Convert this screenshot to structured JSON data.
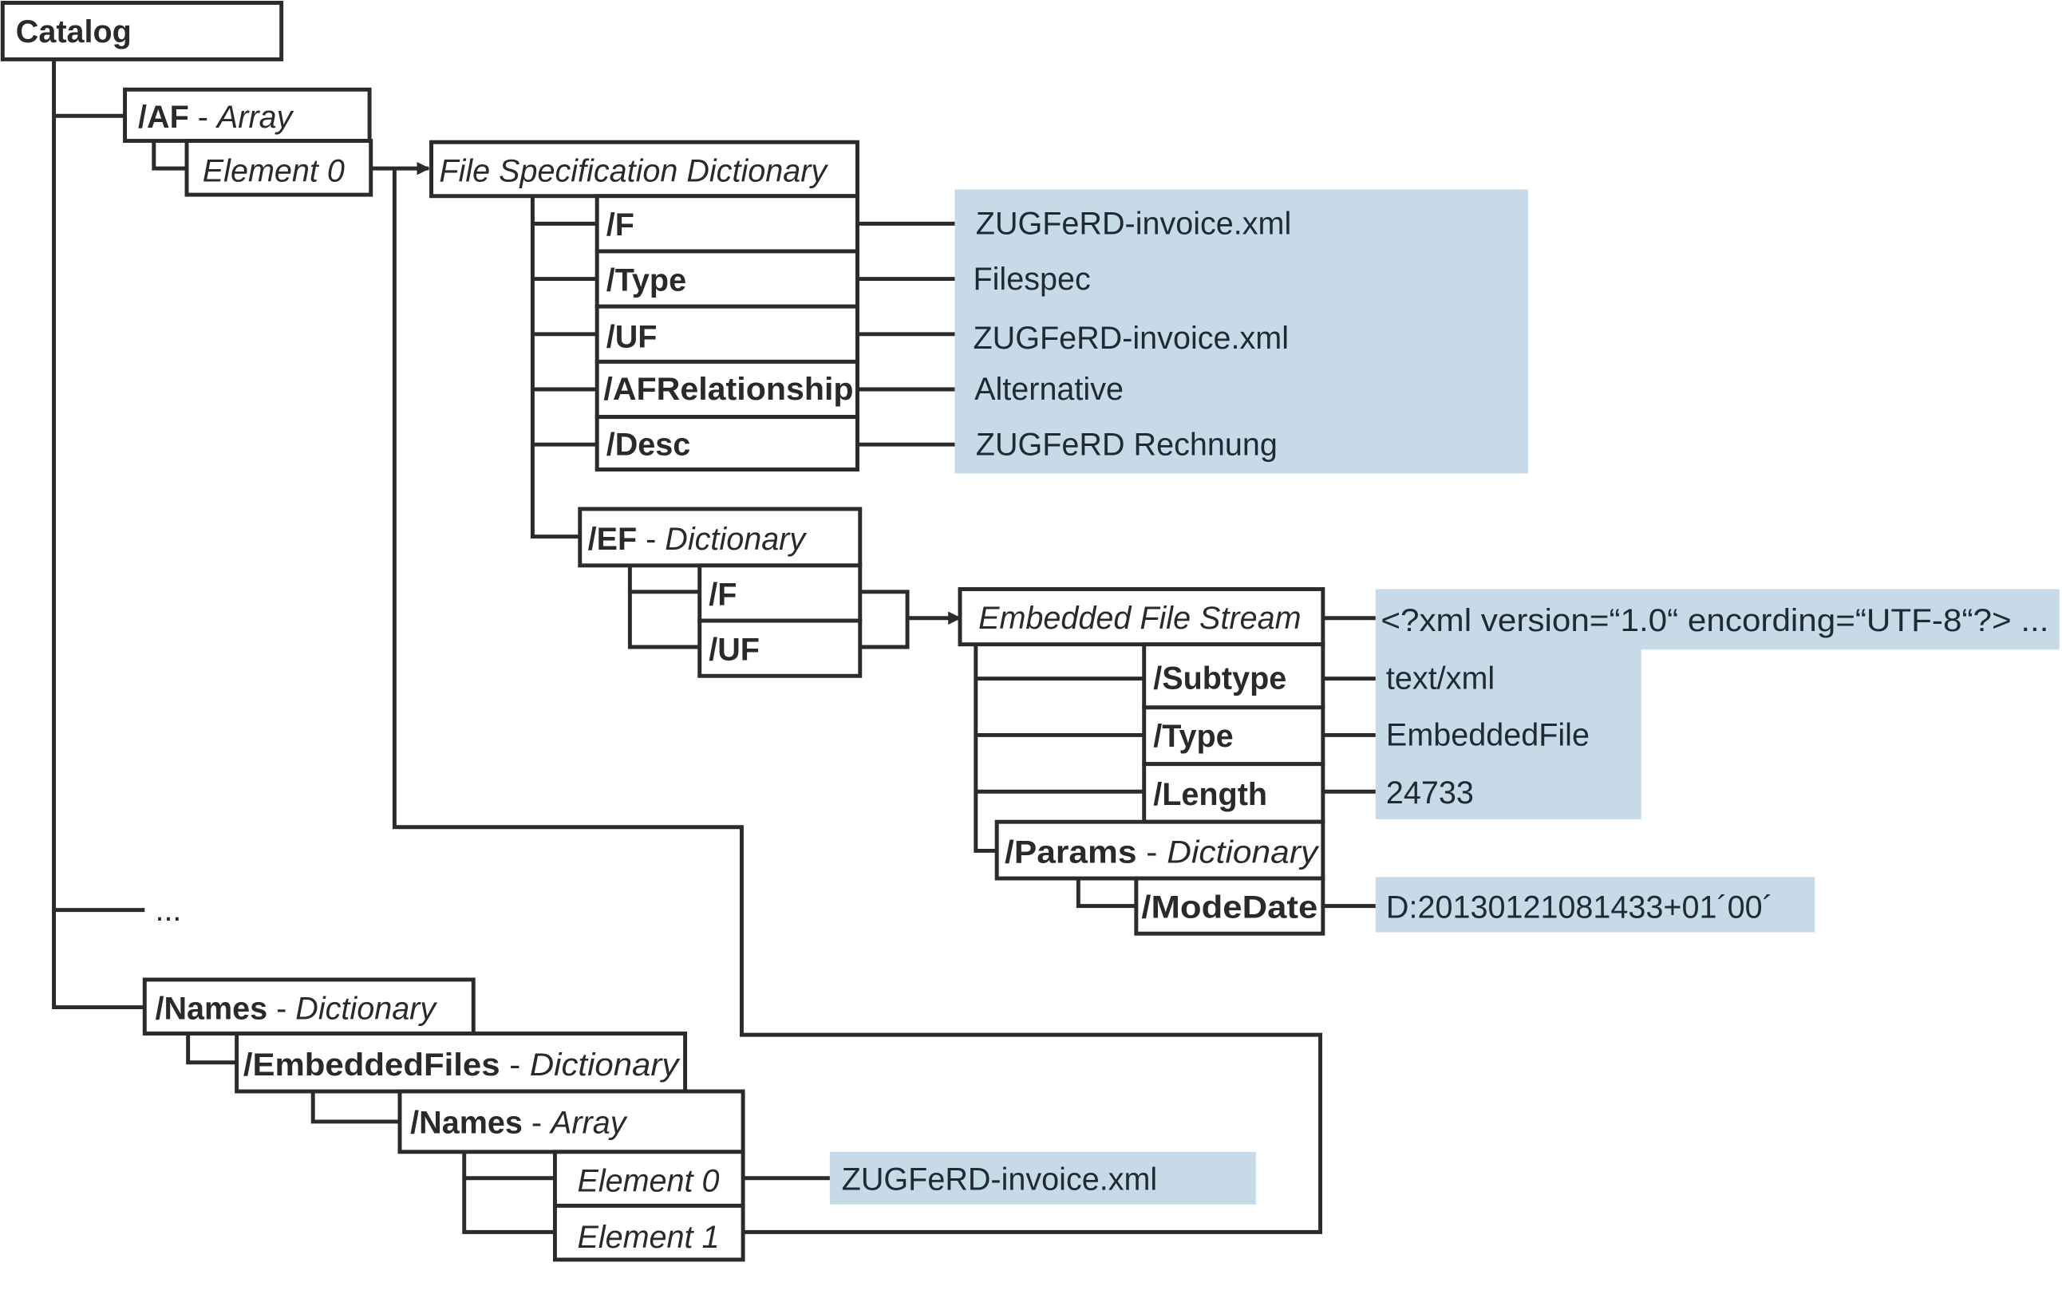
{
  "diagram": {
    "catalog": "Catalog",
    "af": {
      "key": "/AF",
      "type": "Array",
      "element0": "Element 0"
    },
    "separator": " - ",
    "fsd": {
      "title": "File Specification Dictionary",
      "entries": [
        {
          "key": "/F",
          "value": "ZUGFeRD-invoice.xml"
        },
        {
          "key": "/Type",
          "value": "Filespec"
        },
        {
          "key": "/UF",
          "value": "ZUGFeRD-invoice.xml"
        },
        {
          "key": "/AFRelationship",
          "value": "Alternative"
        },
        {
          "key": "/Desc",
          "value": "ZUGFeRD Rechnung"
        }
      ]
    },
    "ef": {
      "key": "/EF",
      "type": "Dictionary",
      "entries": [
        "/F",
        "/UF"
      ]
    },
    "efs": {
      "title": "Embedded File Stream",
      "content": "<?xml version=“1.0“ encording=“UTF-8“?> ...",
      "entries": [
        {
          "key": "/Subtype",
          "value": "text/xml"
        },
        {
          "key": "/Type",
          "value": "EmbeddedFile"
        },
        {
          "key": "/Length",
          "value": "24733"
        }
      ],
      "params": {
        "key": "/Params",
        "type": "Dictionary",
        "entries": [
          {
            "key": "/ModeDate",
            "value": "D:20130121081433+01´00´"
          }
        ]
      }
    },
    "ellipsis": "...",
    "names": {
      "key": "/Names",
      "type": "Dictionary",
      "embedded_files": {
        "key": "/EmbeddedFiles",
        "type": "Dictionary"
      },
      "names_array": {
        "key": "/Names",
        "type": "Array"
      },
      "elements": [
        {
          "label": "Element 0",
          "value": "ZUGFeRD-invoice.xml"
        },
        {
          "label": "Element 1"
        }
      ]
    }
  },
  "colors": {
    "value_background": "#c6dae8",
    "stroke": "#2b2b2b"
  }
}
